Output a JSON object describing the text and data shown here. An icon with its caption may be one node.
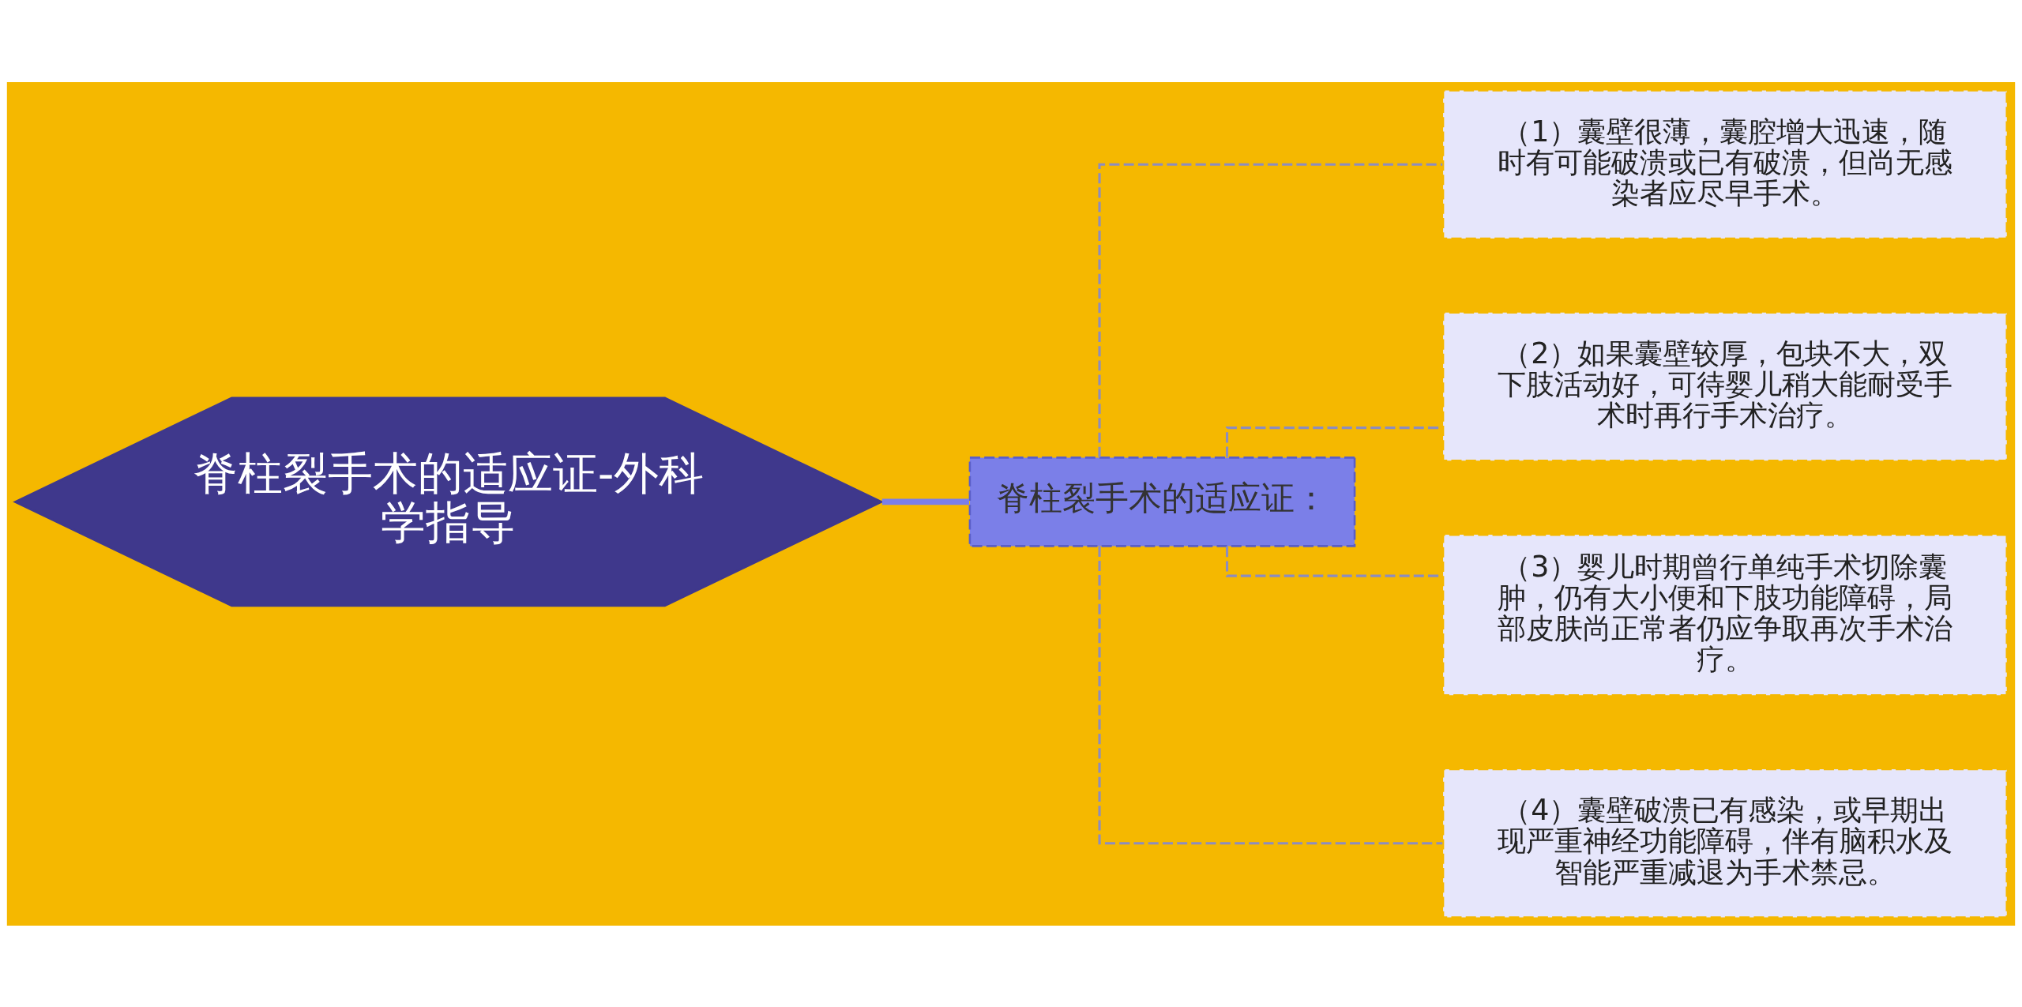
{
  "diagram": {
    "nodes": [
      {
        "text": [
          "脊柱裂手术的适应证-外科学指导"
        ]
      },
      {
        "text": [
          "脊柱裂手术的适应证："
        ]
      },
      {
        "text": [
          "（1）囊壁很薄，囊腔增大迅速，随时有可能破溃或已有破溃，但尚无感染者应尽早手术。"
        ]
      },
      {
        "text": [
          "（2）如果囊壁较厚，包块不大，双下肢活动好，可待婴儿稍大能耐受手术时再行手术治疗。"
        ]
      },
      {
        "text": [
          "（3）婴儿时期曾行单纯手术切除囊肿，仍有大小便和下肢功能障碍，局部皮肤尚正常者仍应争取再次手术治疗。"
        ]
      },
      {
        "text": [
          "（4）囊壁破溃已有感染，或早期出现严重神经功能障碍，伴有脑积水及智能严重减退为手术禁忌。"
        ]
      }
    ],
    "edges": [
      {
        "from": 0,
        "to": 1,
        "arrow": "none",
        "color": "#7b7fe8",
        "style": "thick"
      },
      {
        "from": 1,
        "to": 2,
        "arrow": "none",
        "style": "dashed"
      },
      {
        "from": 1,
        "to": 3,
        "arrow": "none",
        "style": "dashed"
      },
      {
        "from": 1,
        "to": 4,
        "arrow": "none",
        "style": "dashed"
      },
      {
        "from": 1,
        "to": 5,
        "arrow": "none",
        "style": "dashed"
      }
    ]
  }
}
